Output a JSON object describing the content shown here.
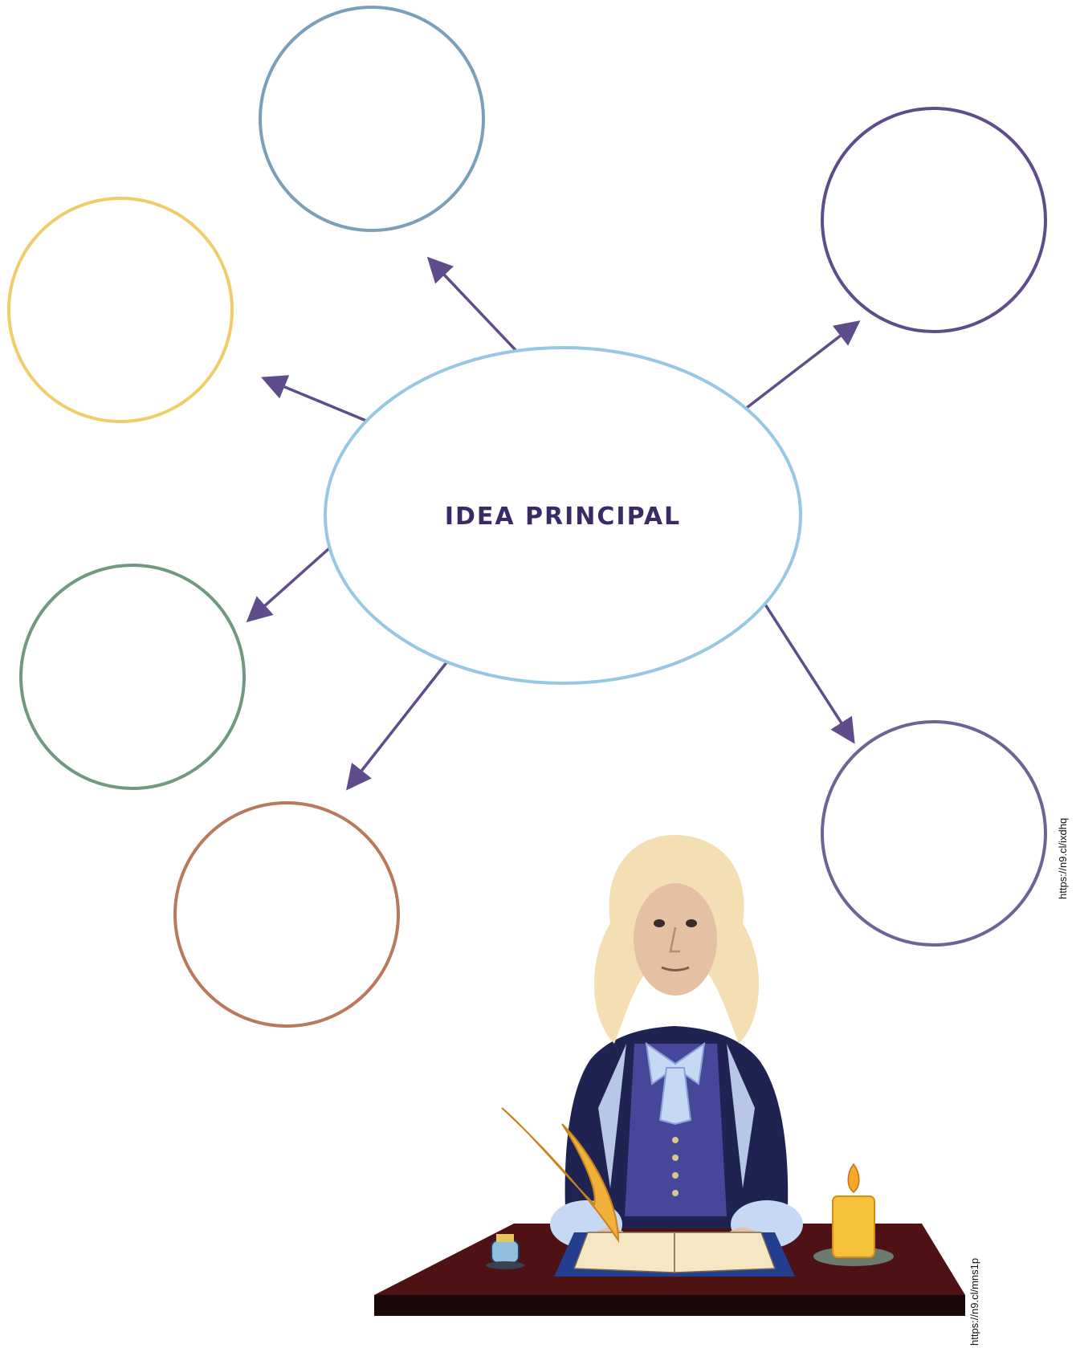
{
  "diagram": {
    "center_label": "IDEA PRINCIPAL",
    "center_color": "#97c8e3",
    "label_color": "#3a2a66",
    "arrow_color": "#5e4d8a",
    "satellites": [
      {
        "id": "top-center",
        "color": "#7a9fb8"
      },
      {
        "id": "upper-left",
        "color": "#f0cd6a"
      },
      {
        "id": "upper-right",
        "color": "#5e4d8a"
      },
      {
        "id": "middle-left",
        "color": "#709a80"
      },
      {
        "id": "lower-left",
        "color": "#b87a5a"
      },
      {
        "id": "lower-right",
        "color": "#6f6295"
      }
    ]
  },
  "credits": {
    "right": "https://n9.cl/ixdhq",
    "bottom": "https://n9.cl/mns1p"
  }
}
